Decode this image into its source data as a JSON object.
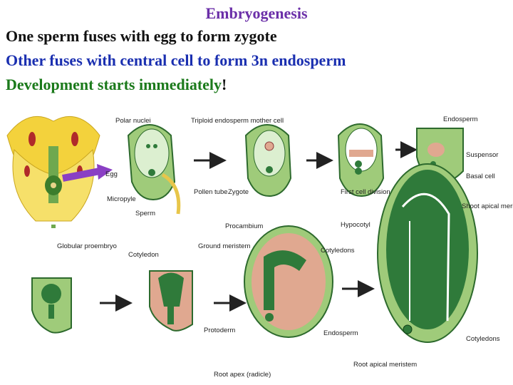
{
  "title": "Embryogenesis",
  "lines": [
    "One sperm fuses with egg to form zygote",
    "Other fuses with central cell to form 3n endosperm",
    "Development starts immediately"
  ],
  "exclamation": "!",
  "labels": {
    "polar_nuclei": "Polar nuclei",
    "egg": "Egg",
    "micropyle": "Micropyle",
    "sperm": "Sperm",
    "pollen_tube": "Pollen tube",
    "triploid": "Triploid endosperm mother cell",
    "zygote": "Zygote",
    "first_cell_division": "First cell division",
    "endosperm_top": "Endosperm",
    "suspensor": "Suspensor",
    "basal_cell": "Basal cell",
    "shoot_apical": "Shoot apical meristem",
    "globular": "Globular proembryo",
    "cotyledon": "Cotyledon",
    "procambium": "Procambium",
    "ground_meristem": "Ground meristem",
    "cotyledons_mid": "Cotyledons",
    "hypocotyl": "Hypocotyl",
    "protoderm": "Protoderm",
    "endosperm_bottom": "Endosperm",
    "cotyledons_right": "Cotyledons",
    "root_apical": "Root apical meristem",
    "root_apex": "Root apex (radicle)"
  },
  "colors": {
    "title": "#6b2fa8",
    "line1": "#111111",
    "line2": "#1a2fb0",
    "line3": "#1b7a1b",
    "arrow": "#8a3fc4",
    "tissue_green": "#9fcb7a",
    "embryo_green": "#2f7a3a",
    "endosperm_pink": "#e0a890",
    "flower_yellow": "#f3d23c"
  }
}
